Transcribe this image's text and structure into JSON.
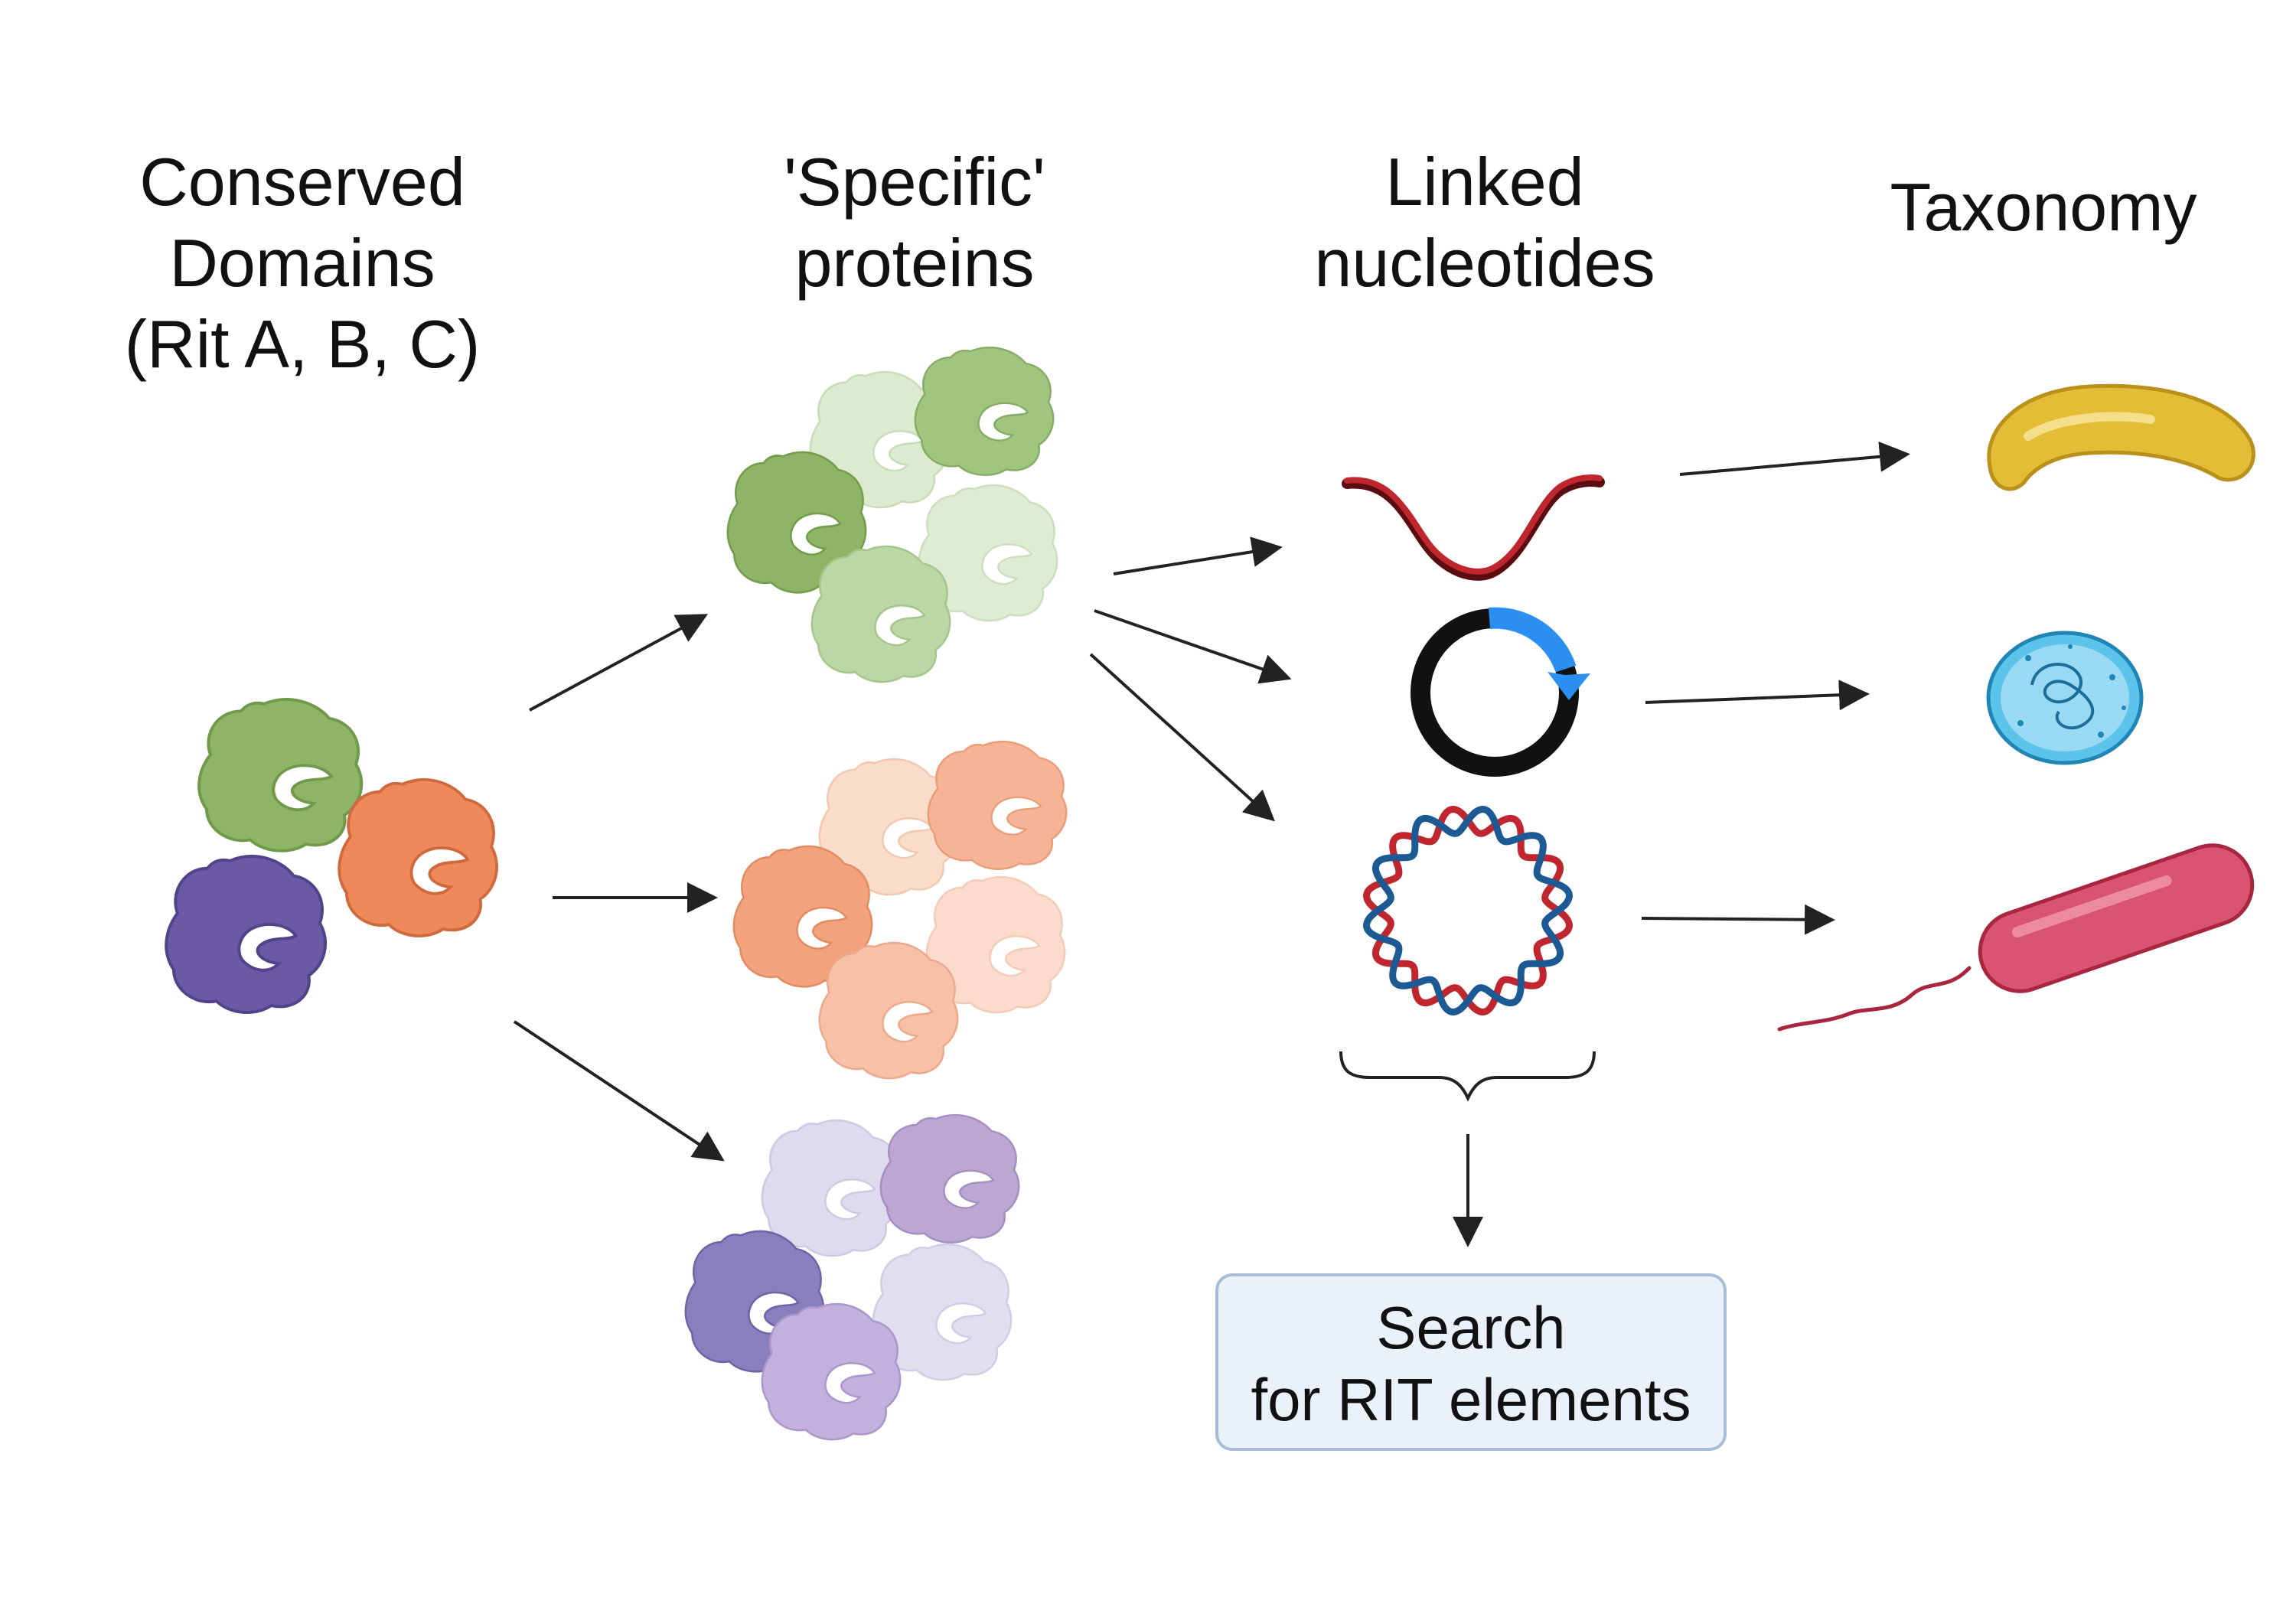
{
  "headings": {
    "conserved": [
      "Conserved",
      "Domains",
      "(Rit A, B, C)"
    ],
    "specific": [
      "'Specific'",
      "proteins"
    ],
    "linked": [
      "Linked",
      "nucleotides"
    ],
    "taxonomy": [
      "Taxonomy"
    ]
  },
  "search_box": [
    "Search",
    "for RIT elements"
  ],
  "colors": {
    "arrow": "#222222",
    "green": "#8db565",
    "orange": "#ee8a5a",
    "purple": "#6a5aa5",
    "dna_red": "#c0262e",
    "dna_blue": "#1d5a94",
    "plasmid_blue": "#2a8ff0",
    "rod_bacterium": "#d85470",
    "curved_bacterium": "#e3bd36",
    "coccus": "#5cc3ea",
    "search_fill": "#eaf1fa",
    "search_border": "#a9bcd6"
  },
  "icons": [
    "protein-icon",
    "linear-dna-icon",
    "plasmid-icon",
    "circular-dsdna-icon",
    "curved-bacterium-icon",
    "coccus-cell-icon",
    "rod-bacterium-icon",
    "brace-icon"
  ]
}
